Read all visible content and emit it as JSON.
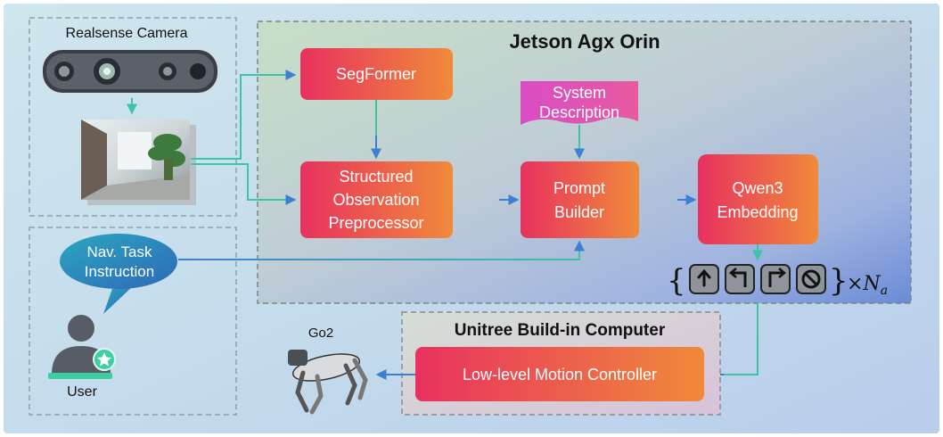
{
  "camera": {
    "label": "Realsense Camera"
  },
  "user": {
    "bubble_line1": "Nav. Task",
    "bubble_line2": "Instruction",
    "label": "User"
  },
  "jetson": {
    "title": "Jetson Agx Orin"
  },
  "blocks": {
    "segformer": "SegFormer",
    "sop_line1": "Structured",
    "sop_line2": "Observation",
    "sop_line3": "Preprocessor",
    "system_desc_line1": "System",
    "system_desc_line2": "Description",
    "prompt_line1": "Prompt",
    "prompt_line2": "Builder",
    "qwen_line1": "Qwen3",
    "qwen_line2": "Embedding"
  },
  "actions": {
    "multiplier_prefix": "×",
    "multiplier_symbol": "N",
    "multiplier_sub": "a",
    "icons": [
      "forward-arrow-icon",
      "turn-left-icon",
      "turn-right-icon",
      "stop-icon"
    ]
  },
  "unitree": {
    "title": "Unitree Build-in Computer",
    "controller": "Low-level Motion Controller"
  },
  "robot": {
    "label": "Go2"
  },
  "colors": {
    "block_start": "#e8315f",
    "block_end": "#f08a3a",
    "system_desc": "#dd4bb8",
    "arrow_blue": "#3d7fd0",
    "arrow_teal": "#3cc4a6",
    "badge": "#3ccfa0"
  }
}
